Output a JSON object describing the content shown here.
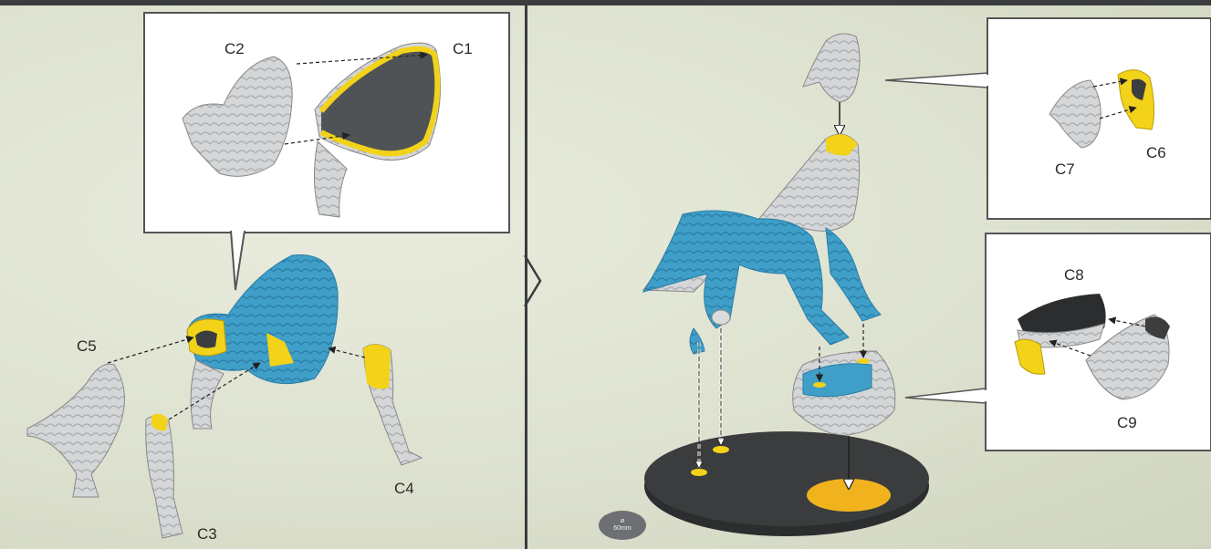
{
  "parts": {
    "c1": "C1",
    "c2": "C2",
    "c3": "C3",
    "c4": "C4",
    "c5": "C5",
    "c6": "C6",
    "c7": "C7",
    "c8": "C8",
    "c9": "C9"
  },
  "base": {
    "symbol": "ø",
    "size": "60mm"
  },
  "colors": {
    "glue": "#f3d21a",
    "assembled": "#3f9fc8",
    "part": "#d9dbdd",
    "base": "#2b2d2e",
    "base_marker": "#f1b31d",
    "panel_border": "#666666"
  }
}
